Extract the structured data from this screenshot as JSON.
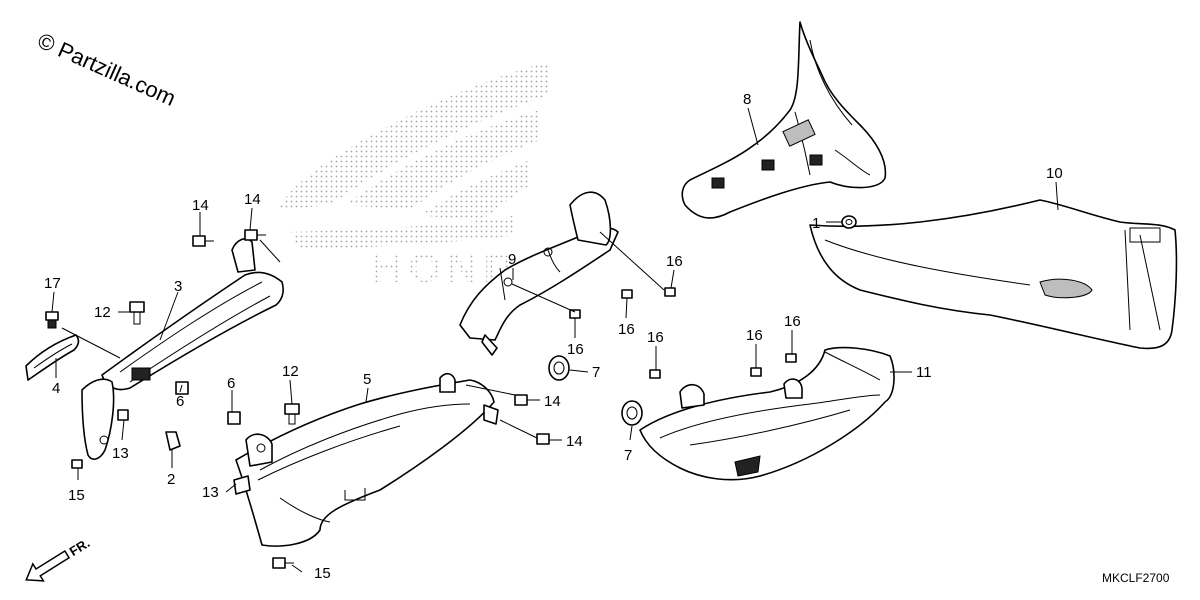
{
  "watermark": "© Partzilla.com",
  "brand_logo": "HONDA",
  "diagram_code": "MKCLF2700",
  "direction_label": "FR.",
  "callouts": [
    {
      "id": "c-1",
      "text": "1"
    },
    {
      "id": "c-2",
      "text": "2"
    },
    {
      "id": "c-3",
      "text": "3"
    },
    {
      "id": "c-4",
      "text": "4"
    },
    {
      "id": "c-5",
      "text": "5"
    },
    {
      "id": "c-6a",
      "text": "6"
    },
    {
      "id": "c-6b",
      "text": "6"
    },
    {
      "id": "c-7a",
      "text": "7"
    },
    {
      "id": "c-7b",
      "text": "7"
    },
    {
      "id": "c-8",
      "text": "8"
    },
    {
      "id": "c-9",
      "text": "9"
    },
    {
      "id": "c-10",
      "text": "10"
    },
    {
      "id": "c-11",
      "text": "11"
    },
    {
      "id": "c-12a",
      "text": "12"
    },
    {
      "id": "c-12b",
      "text": "12"
    },
    {
      "id": "c-13a",
      "text": "13"
    },
    {
      "id": "c-13b",
      "text": "13"
    },
    {
      "id": "c-14a",
      "text": "14"
    },
    {
      "id": "c-14b",
      "text": "14"
    },
    {
      "id": "c-14c",
      "text": "14"
    },
    {
      "id": "c-14d",
      "text": "14"
    },
    {
      "id": "c-15a",
      "text": "15"
    },
    {
      "id": "c-15b",
      "text": "15"
    },
    {
      "id": "c-16a",
      "text": "16"
    },
    {
      "id": "c-16b",
      "text": "16"
    },
    {
      "id": "c-16c",
      "text": "16"
    },
    {
      "id": "c-16d",
      "text": "16"
    },
    {
      "id": "c-16e",
      "text": "16"
    },
    {
      "id": "c-16f",
      "text": "16"
    },
    {
      "id": "c-17",
      "text": "17"
    }
  ]
}
